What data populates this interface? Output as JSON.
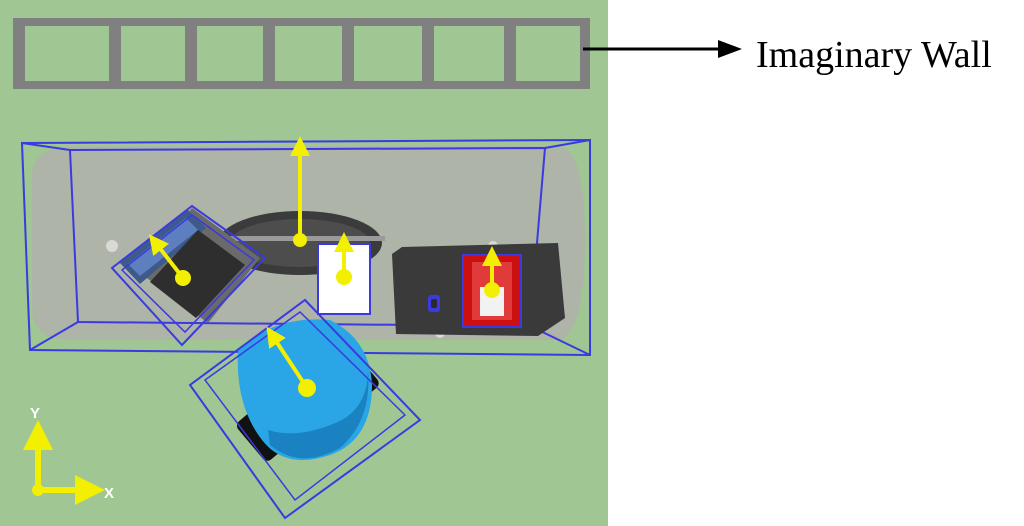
{
  "label": {
    "wall": "Imaginary Wall"
  },
  "axes": {
    "x": "X",
    "y": "Y"
  },
  "icons": [
    "arrow-right-icon"
  ],
  "colors": {
    "floor": "#9fc693",
    "wall": "#808080",
    "bounding_box": "#3a3ae0",
    "pose_arrow": "#f2ef00",
    "robot": "#2aa5e6",
    "table": "#b0b0aa",
    "book": "#cc1010"
  }
}
